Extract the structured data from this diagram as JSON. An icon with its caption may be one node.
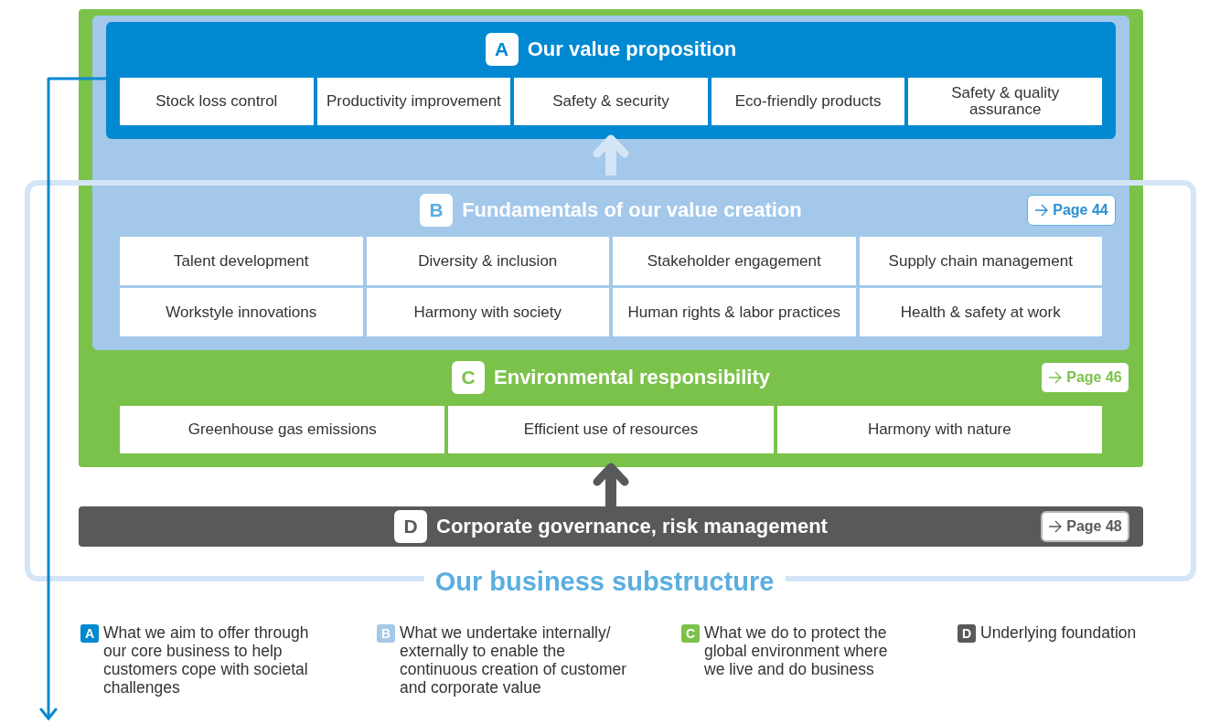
{
  "diagram": {
    "nodes": [
      {
        "text": [
          "C",
          "Environmental responsibility",
          "Page 46"
        ]
      },
      {
        "text": [
          "B",
          "Fundamentals of our value creation",
          "Page 44"
        ],
        "in": 0
      },
      {
        "text": [
          "A",
          "Our value proposition"
        ],
        "in": 1
      },
      {
        "text": [
          "Stock loss control"
        ],
        "in": 2
      },
      {
        "text": [
          "Productivity improvement"
        ],
        "in": 2
      },
      {
        "text": [
          "Safety & security"
        ],
        "in": 2
      },
      {
        "text": [
          "Eco-friendly products"
        ],
        "in": 2
      },
      {
        "text": [
          "Safety & quality assurance"
        ],
        "in": 2
      },
      {
        "text": [
          "Talent development"
        ],
        "in": 1
      },
      {
        "text": [
          "Diversity & inclusion"
        ],
        "in": 1
      },
      {
        "text": [
          "Stakeholder engagement"
        ],
        "in": 1
      },
      {
        "text": [
          "Supply chain management"
        ],
        "in": 1
      },
      {
        "text": [
          "Workstyle innovations"
        ],
        "in": 1
      },
      {
        "text": [
          "Harmony with society"
        ],
        "in": 1
      },
      {
        "text": [
          "Human rights & labor practices"
        ],
        "in": 1
      },
      {
        "text": [
          "Health & safety at work"
        ],
        "in": 1
      },
      {
        "text": [
          "Greenhouse gas emissions"
        ],
        "in": 0
      },
      {
        "text": [
          "Efficient use of resources"
        ],
        "in": 0
      },
      {
        "text": [
          "Harmony with nature"
        ],
        "in": 0
      },
      {
        "text": [
          "D",
          "Corporate governance, risk management",
          "Page 48"
        ]
      }
    ],
    "edges": [
      {
        "from": null,
        "to": 2,
        "arrow": "to",
        "color": "#d3e5f6"
      },
      {
        "from": 19,
        "to": 0,
        "arrow": "to",
        "color": "#58595b"
      },
      {
        "from": 2,
        "to": null,
        "arrow": "to",
        "color": "#0a88d2"
      }
    ],
    "labels": [
      "Our business substructure",
      "A",
      "B",
      "C",
      "D"
    ],
    "legend": [
      {
        "text": "What we aim to offer through our core business to help customers cope with societal challenges",
        "color": "#0088d1"
      },
      {
        "text": "What we undertake internally/ externally to enable the continuous creation of customer and corporate value",
        "color": "#a3c8ea"
      },
      {
        "text": "What we do to protect the global environment where we live and do business",
        "color": "#7bc24a"
      },
      {
        "text": "Underlying foundation",
        "color": "#58595b"
      }
    ]
  }
}
